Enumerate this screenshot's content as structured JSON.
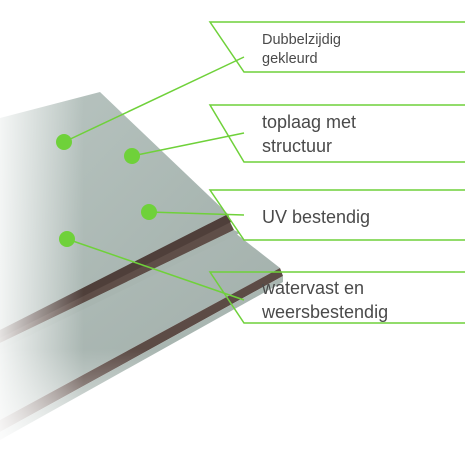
{
  "colors": {
    "accent_green": "#6fd13a",
    "panel_face": "#a5b3ae",
    "panel_face_light": "#b7c3bf",
    "panel_edge": "#5f4e48",
    "panel_edge_dark": "#4a3b36",
    "label_text": "#4a4a4a",
    "background": "#ffffff"
  },
  "callouts": [
    {
      "id": "dubbelzijdig",
      "lines": [
        "Dubbelzijdig",
        "gekleurd"
      ]
    },
    {
      "id": "toplaag",
      "lines": [
        "toplaag met",
        "structuur"
      ]
    },
    {
      "id": "uv",
      "lines": [
        "UV bestendig"
      ]
    },
    {
      "id": "watervast",
      "lines": [
        "watervast en",
        "weersbestendig"
      ]
    }
  ]
}
